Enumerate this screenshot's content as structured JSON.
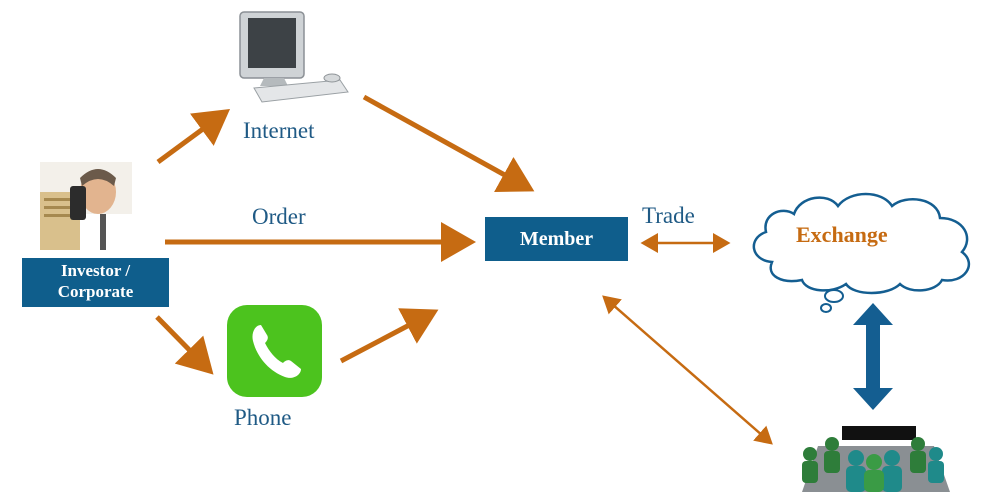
{
  "nodes": {
    "internet_label": "Internet",
    "order_label": "Order",
    "phone_label": "Phone",
    "trade_label": "Trade",
    "member_label": "Member",
    "investor_line1": "Investor /",
    "investor_line2": "Corporate",
    "exchange_label": "Exchange"
  },
  "colors": {
    "arrow": "#c66b12",
    "box": "#0f5e8c",
    "exchange_text": "#c66b12",
    "big_arrow": "#145e91",
    "phone_bg": "#4cc31e"
  },
  "icons": {
    "computer": "computer-icon",
    "phone": "phone-icon",
    "investor": "investor-photo-icon",
    "cloud": "cloud-icon",
    "meeting": "meeting-room-icon"
  }
}
